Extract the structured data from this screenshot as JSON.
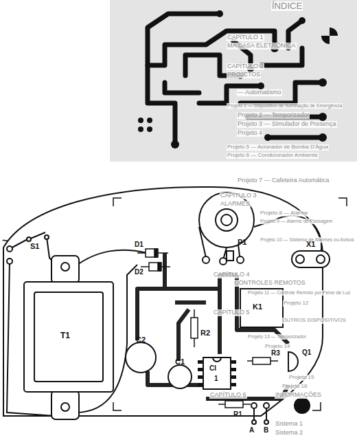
{
  "diagram": {
    "labels": [
      "ÍNDICE",
      "CAPÍTULO 1",
      "MA CASA ELETRÔNICA",
      "CAPÍTULO 2",
      "PROJETOS",
      "— Automatismo",
      "Projeto 1 — Dispositivo de Iluminação de Emergência",
      "Projeto 2 — Temporizador",
      "Projeto 3 — Simulador de Presença",
      "Projeto 4",
      "Projeto 5 — Acionador de Bomba D'Água",
      "Projeto 6 — Condicionador Ambiente",
      "Projeto 7 — Cafeteira Automática",
      "CAPÍTULO 3",
      "ALARMES",
      "Projeto 8 — Alarme",
      "Projeto 9 — Alarme de Passagem",
      "Projeto 10 — Sistema de Alarmes ou Avisos",
      "CAPÍTULO 4",
      "CONTROLES REMOTOS",
      "Projeto 11 — Controle Remoto por Feixe de Luz",
      "Projeto 12",
      "CAPÍTULO 5",
      "OUTROS DISPOSITIVOS",
      "Projeto 13 — Temporizador",
      "Projeto 14",
      "Projeto 15",
      "Projeto 16",
      "CAPÍTULO 6",
      "INFORMAÇÕES",
      "Sistema 1",
      "Sistema 2",
      "~",
      "S1",
      "T1",
      "D1",
      "D2",
      "C2",
      "R2",
      "C1",
      "CI",
      "1",
      "R1",
      "R3",
      "Q1",
      "K1",
      "P1",
      "X1",
      "A",
      "B"
    ]
  }
}
